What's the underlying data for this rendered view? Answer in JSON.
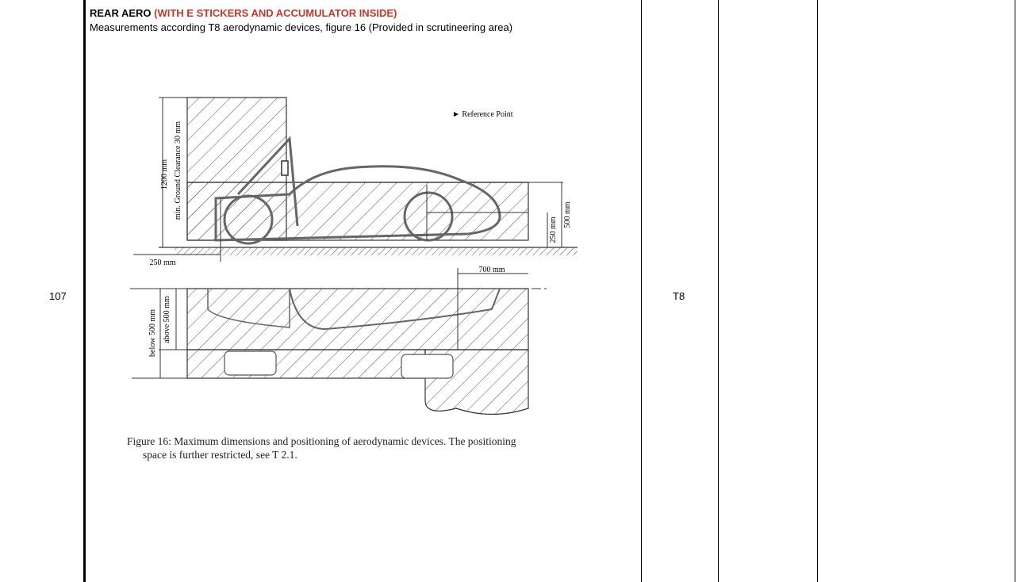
{
  "row": {
    "number": "107",
    "title": "REAR AERO",
    "title_note": "(WITH E STICKERS AND ACCUMULATOR INSIDE)",
    "description": "Measurements according T8 aerodynamic devices, figure 16 (Provided in scrutineering area)",
    "reference": "T8"
  },
  "figure": {
    "legend": "Reference Point",
    "labels": {
      "height_1200": "1200 mm",
      "ground_clearance": "min. Ground Clearance 30 mm",
      "dim_250_vertical": "250 mm",
      "dim_500_vertical": "500 mm",
      "dim_250_horizontal": "250 mm",
      "dim_700": "700 mm",
      "above_500": "above 500 mm",
      "below_500": "below 500 mm"
    },
    "caption_line1": "Figure 16: Maximum dimensions and positioning of aerodynamic devices. The positioning",
    "caption_line2": "space is further restricted, see T 2.1."
  },
  "colors": {
    "title_note": "#c0392b",
    "grid": "#000000"
  }
}
